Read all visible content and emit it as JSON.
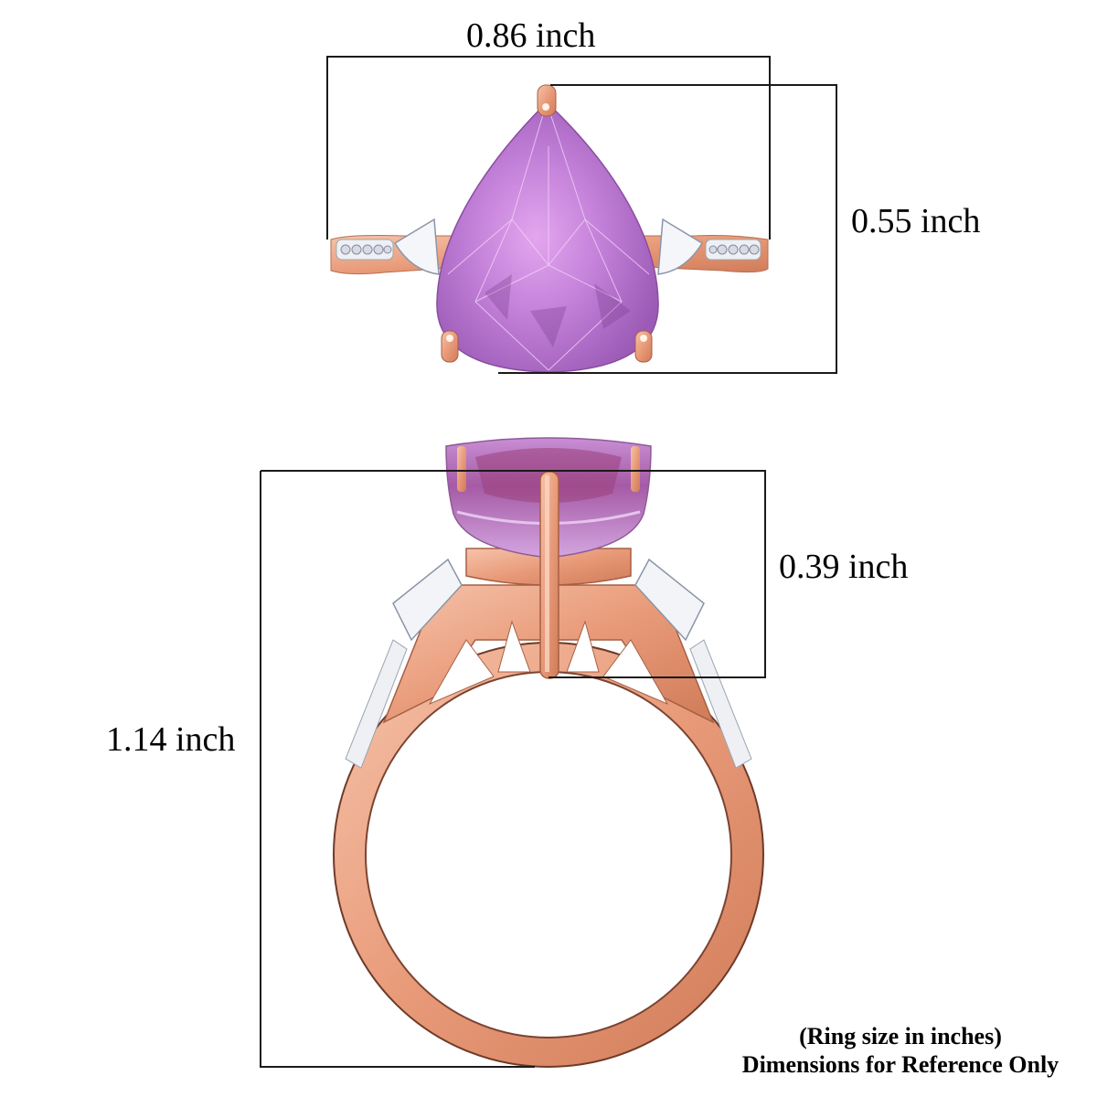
{
  "product": {
    "type": "ring",
    "views": [
      "top-view",
      "side-view"
    ],
    "center_stone": {
      "shape": "pear",
      "color": "#c07ed6"
    },
    "metal_color": "#eaa487",
    "accent_stone_color": "#f2f4f7"
  },
  "dimensions": {
    "top_width": "0.86 inch",
    "top_length": "0.55 inch",
    "side_height": "0.39 inch",
    "total_height": "1.14 inch"
  },
  "notes": {
    "line1": "(Ring size in inches)",
    "line2": "Dimensions for Reference Only"
  },
  "colors": {
    "background": "#ffffff",
    "lines": "#1a1a1a",
    "text": "#000000"
  }
}
